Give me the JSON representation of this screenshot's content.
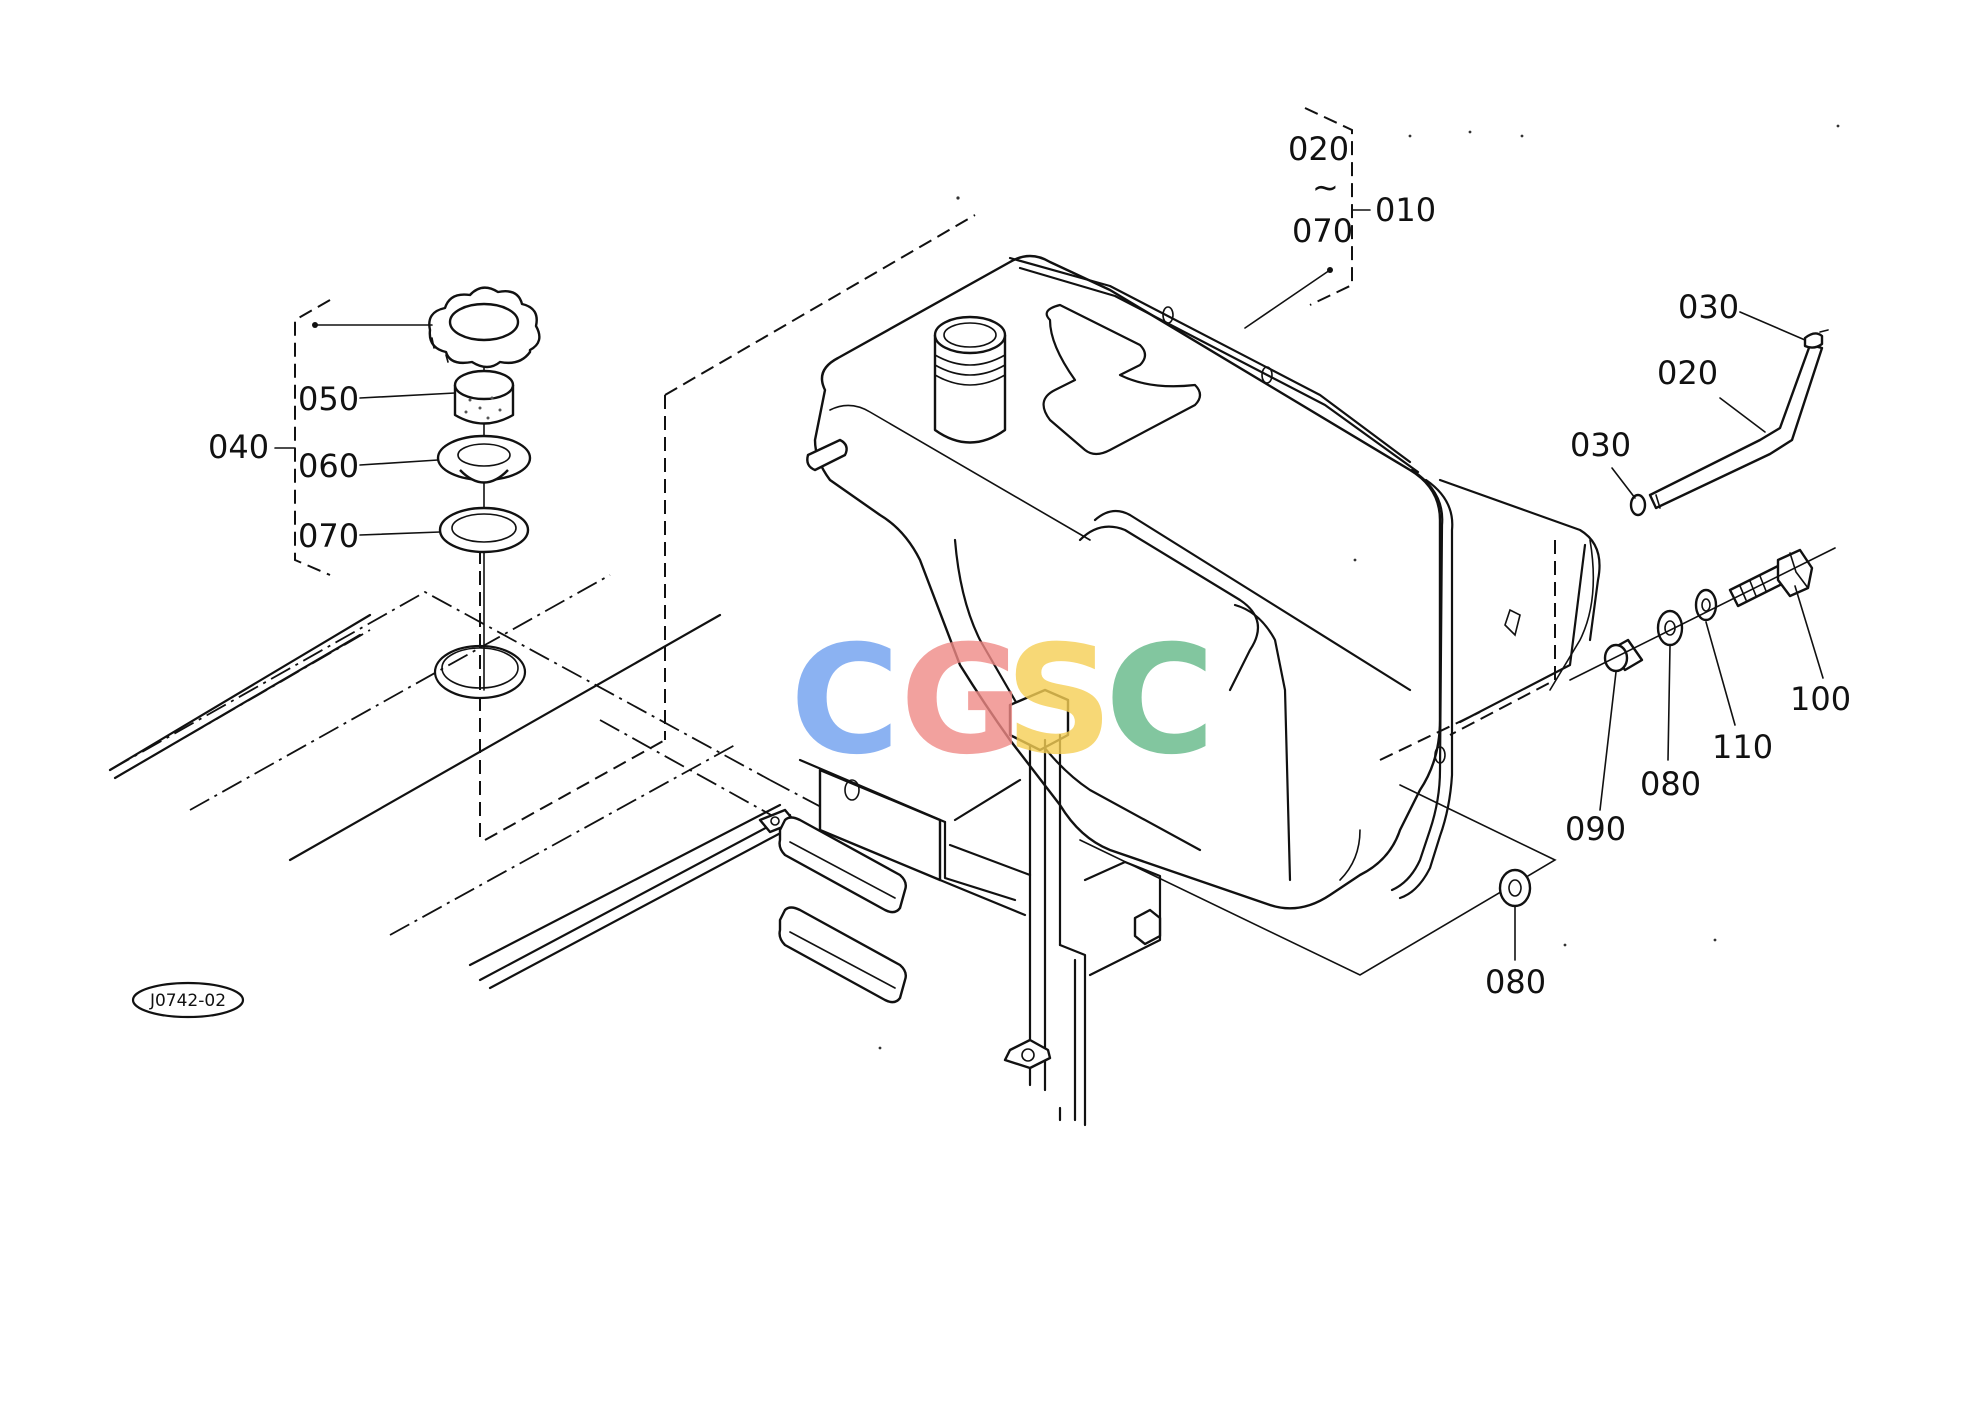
{
  "diagram_code": "J0742-02",
  "watermark": {
    "letters": [
      "C",
      "G",
      "S",
      "C"
    ],
    "colors": [
      "#6fa0f0",
      "#f08a86",
      "#f6cf55",
      "#63b888"
    ]
  },
  "labels": {
    "p010": "010",
    "p020_group": "020",
    "p070_group": "070",
    "range_mark": "~",
    "p030_top": "030",
    "p020_hose": "020",
    "p030_mid": "030",
    "p040": "040",
    "p050": "050",
    "p060": "060",
    "p070": "070",
    "p100": "100",
    "p110": "110",
    "p080_right": "080",
    "p090": "090",
    "p080_bottom": "080"
  }
}
